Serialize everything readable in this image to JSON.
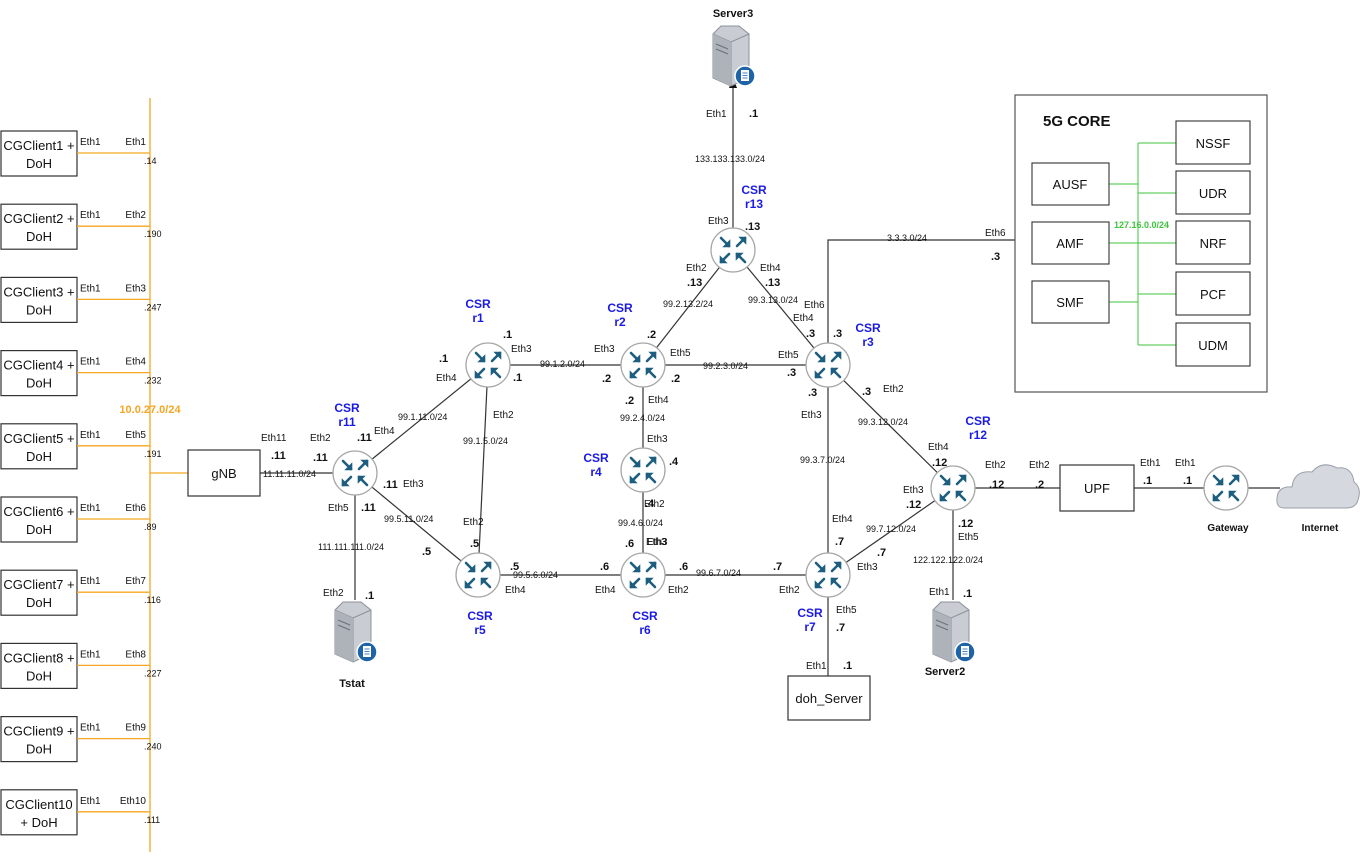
{
  "lan": {
    "subnet": "10.0.27.0/24",
    "clients": [
      {
        "name1": "CGClient1 +",
        "name2": "DoH",
        "port": "Eth1",
        "lan_port": "Eth1",
        "ip": ".14"
      },
      {
        "name1": "CGClient2 +",
        "name2": "DoH",
        "port": "Eth1",
        "lan_port": "Eth2",
        "ip": ".190"
      },
      {
        "name1": "CGClient3 +",
        "name2": "DoH",
        "port": "Eth1",
        "lan_port": "Eth3",
        "ip": ".247"
      },
      {
        "name1": "CGClient4 +",
        "name2": "DoH",
        "port": "Eth1",
        "lan_port": "Eth4",
        "ip": ".232"
      },
      {
        "name1": "CGClient5 +",
        "name2": "DoH",
        "port": "Eth1",
        "lan_port": "Eth5",
        "ip": ".191"
      },
      {
        "name1": "CGClient6 +",
        "name2": "DoH",
        "port": "Eth1",
        "lan_port": "Eth6",
        "ip": ".89"
      },
      {
        "name1": "CGClient7 +",
        "name2": "DoH",
        "port": "Eth1",
        "lan_port": "Eth7",
        "ip": ".116"
      },
      {
        "name1": "CGClient8 +",
        "name2": "DoH",
        "port": "Eth1",
        "lan_port": "Eth8",
        "ip": ".227"
      },
      {
        "name1": "CGClient9 +",
        "name2": "DoH",
        "port": "Eth1",
        "lan_port": "Eth9",
        "ip": ".240"
      },
      {
        "name1": "CGClient10",
        "name2": "+ DoH",
        "port": "Eth1",
        "lan_port": "Eth10",
        "ip": ".111"
      }
    ]
  },
  "gnb": {
    "label": "gNB",
    "port": "Eth11",
    "ip": ".11",
    "subnet": "11.11.11.0/24"
  },
  "routers": {
    "r1": {
      "line1": "CSR",
      "line2": "r1"
    },
    "r2": {
      "line1": "CSR",
      "line2": "r2"
    },
    "r3": {
      "line1": "CSR",
      "line2": "r3"
    },
    "r4": {
      "line1": "CSR",
      "line2": "r4"
    },
    "r5": {
      "line1": "CSR",
      "line2": "r5"
    },
    "r6": {
      "line1": "CSR",
      "line2": "r6"
    },
    "r7": {
      "line1": "CSR",
      "line2": "r7"
    },
    "r11": {
      "line1": "CSR",
      "line2": "r11"
    },
    "r12": {
      "line1": "CSR",
      "line2": "r12"
    },
    "r13": {
      "line1": "CSR",
      "line2": "r13"
    }
  },
  "servers": {
    "server3": "Server3",
    "tstat": "Tstat",
    "server2": "Server2"
  },
  "boxes": {
    "doh_server": "doh_Server",
    "upf": "UPF",
    "gateway": "Gateway",
    "internet": "Internet"
  },
  "core": {
    "title": "5G CORE",
    "subnet": "127.16.0.0/24",
    "left": [
      "AUSF",
      "AMF",
      "SMF"
    ],
    "right": [
      "NSSF",
      "UDR",
      "NRF",
      "PCF",
      "UDM"
    ]
  },
  "link_labels": [
    "133.133.133.0/24",
    "99.2.13.2/24",
    "99.3.13.0/24",
    "3.3.3.0/24",
    "99.1.2.0/24",
    "99.2.3.0/24",
    "99.1.11.0/24",
    "99.1.5.0/24",
    "99.2.4.0/24",
    "99.3.7.0/24",
    "99.3.12.0/24",
    "99.5.11.0/24",
    "111.111.111.0/24",
    "99.4.6.0/24",
    "99.5.6.0/24",
    "99.6.7.0/24",
    "99.7.12.0/24",
    "122.122.122.0/24"
  ],
  "port_labels": [
    "Eth1",
    ".1",
    "Eth3",
    ".13",
    "Eth2",
    ".13",
    "Eth4",
    ".13",
    "Eth6",
    ".3",
    ".1",
    "Eth3",
    ".1",
    ".1",
    "Eth4",
    "Eth2",
    ".2",
    "Eth3",
    ".2",
    "Eth5",
    ".2",
    "Eth4",
    ".2",
    "Eth6",
    ".3",
    ".3",
    "Eth4",
    "Eth5",
    ".3",
    ".3",
    "Eth2",
    ".3",
    "Eth3",
    "Eth2",
    ".11",
    ".11",
    "Eth4",
    ".11",
    "Eth3",
    "Eth5",
    ".11",
    "Eth3",
    ".4",
    "Eth2",
    ".4",
    "Eth3",
    ".5",
    ".5",
    "Eth2",
    ".5",
    "Eth4",
    ".6",
    "Eth3",
    ".6",
    "Eth4",
    ".6",
    "Eth2",
    "Eth4",
    ".7",
    ".7",
    "Eth3",
    ".7",
    "Eth2",
    "Eth5",
    ".7",
    "Eth1",
    ".1",
    "Eth4",
    ".12",
    "Eth3",
    ".12",
    "Eth2",
    ".12",
    ".12",
    "Eth5",
    "Eth2",
    ".2",
    "Eth1",
    ".1",
    "Eth1",
    ".1",
    "Eth1",
    ".1",
    "Eth2",
    ".1"
  ]
}
